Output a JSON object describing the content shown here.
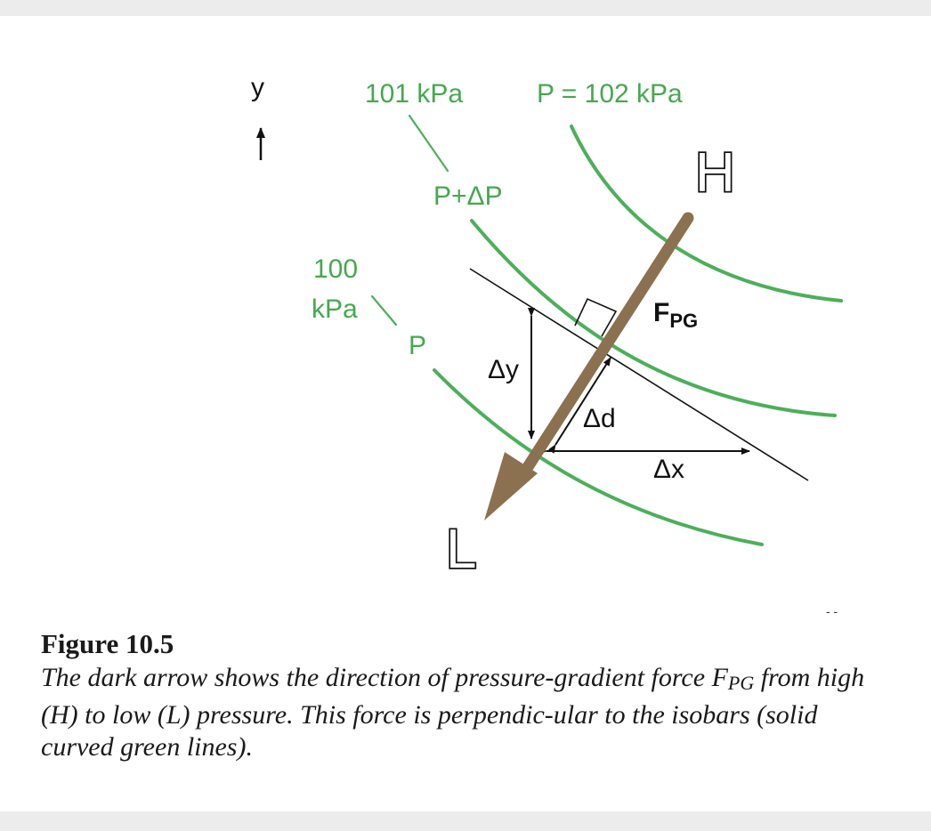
{
  "diagram": {
    "axis_label": "y",
    "isobar_labels": {
      "p101": "101 kPa",
      "p102": "P = 102 kPa",
      "p100_line1": "100",
      "p100_line2": "kPa",
      "p_plus_dp": "P+ΔP",
      "p": "P"
    },
    "high_label": "H",
    "low_label": "L",
    "force_label_main": "F",
    "force_label_sub": "PG",
    "delta_y": "Δy",
    "delta_d": "Δd",
    "delta_x": "Δx",
    "colors": {
      "isobar": "#4caf5a",
      "label_green": "#45a84f",
      "force_arrow": "#8c7150",
      "lines": "#111111"
    }
  },
  "caption": {
    "title": "Figure 10.5",
    "text_part1": "The dark arrow shows the direction of pressure-gradient force ",
    "force_main": "F",
    "force_sub": "PG",
    "text_part2": " from high (H) to low (L) pressure.  This force is perpendic-ular to the isobars (solid curved green lines)."
  }
}
